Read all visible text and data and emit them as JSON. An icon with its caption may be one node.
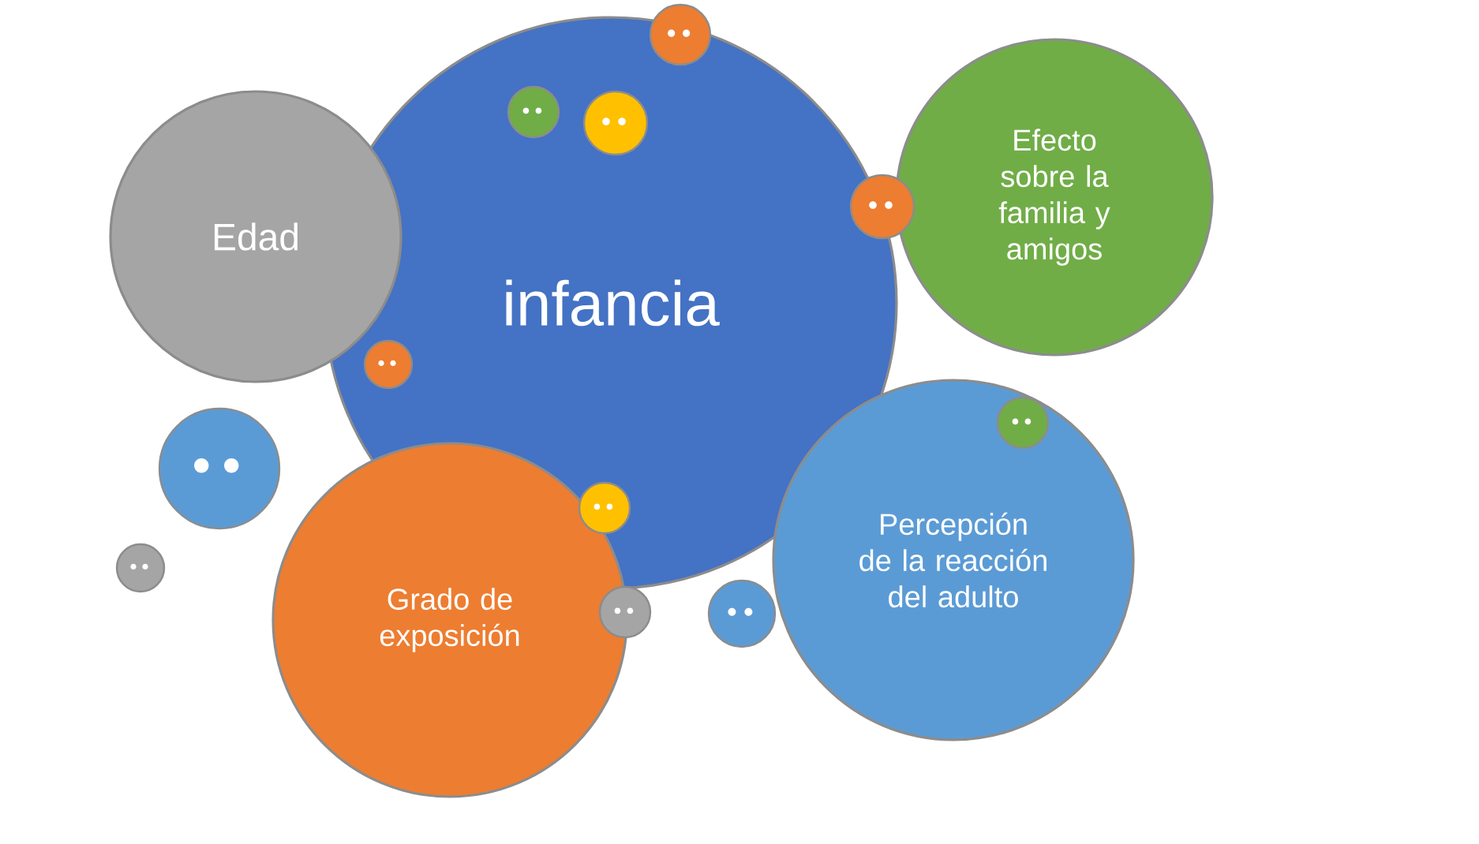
{
  "diagram": {
    "nodes": [
      {
        "text": [
          "infancia"
        ]
      },
      {
        "text": [
          "Edad"
        ]
      },
      {
        "text": [
          "Efecto sobre la familia y amigos"
        ]
      },
      {
        "text": [
          "Grado de exposición"
        ]
      },
      {
        "text": [
          "Percepción de la reacción del adulto"
        ]
      },
      {
        "text": [],
        "shape": "circle"
      },
      {
        "text": [],
        "shape": "circle"
      },
      {
        "text": [],
        "shape": "circle",
        "in": 0
      },
      {
        "text": [],
        "shape": "circle",
        "in": 0
      },
      {
        "text": [],
        "shape": "circle",
        "in": 0
      },
      {
        "text": [],
        "shape": "circle",
        "in": 0
      },
      {
        "text": [],
        "shape": "circle"
      },
      {
        "text": [],
        "shape": "circle"
      },
      {
        "text": [],
        "shape": "circle"
      },
      {
        "text": [],
        "shape": "circle"
      },
      {
        "text": [],
        "shape": "circle",
        "in": 4
      }
    ]
  }
}
